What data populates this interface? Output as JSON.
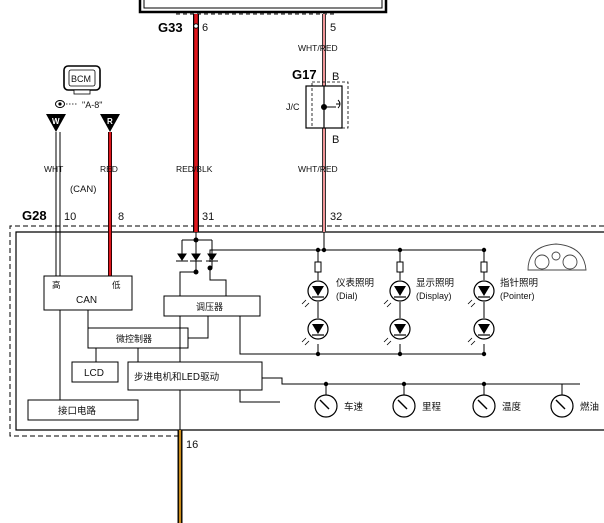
{
  "connectors": {
    "g33": "G33",
    "g17": "G17",
    "g28": "G28",
    "g17_top": "B",
    "g17_bottom": "B"
  },
  "pins": {
    "g33_pin": "6",
    "g17_pin": "5",
    "can_low_pin": "10",
    "can_high_pin": "8",
    "power_pin": "31",
    "lamp_pin": "32",
    "ground_pin": "16"
  },
  "wires": {
    "wht_red_top": "WHT/RED",
    "wht_red_bottom": "WHT/RED",
    "red_blk": "RED/BLK",
    "wht": "WHT",
    "red": "RED",
    "can": "(CAN)"
  },
  "bcm": {
    "label": "BCM",
    "ref": "\"A-8\"",
    "w_marker": "W",
    "r_marker": "R"
  },
  "jc": {
    "label": "J/C"
  },
  "blocks": {
    "can_high": "高",
    "can_low": "低",
    "can": "CAN",
    "regulator": "调压器",
    "mcu": "微控制器",
    "lcd": "LCD",
    "stepper_driver": "步进电机和LED驱动",
    "interface": "接口电路"
  },
  "lamps": [
    {
      "cn": "仪表照明",
      "en": "(Dial)"
    },
    {
      "cn": "显示照明",
      "en": "(Display)"
    },
    {
      "cn": "指针照明",
      "en": "(Pointer)"
    }
  ],
  "gauges": [
    {
      "label": "车速"
    },
    {
      "label": "里程"
    },
    {
      "label": "温度"
    },
    {
      "label": "燃油"
    }
  ]
}
